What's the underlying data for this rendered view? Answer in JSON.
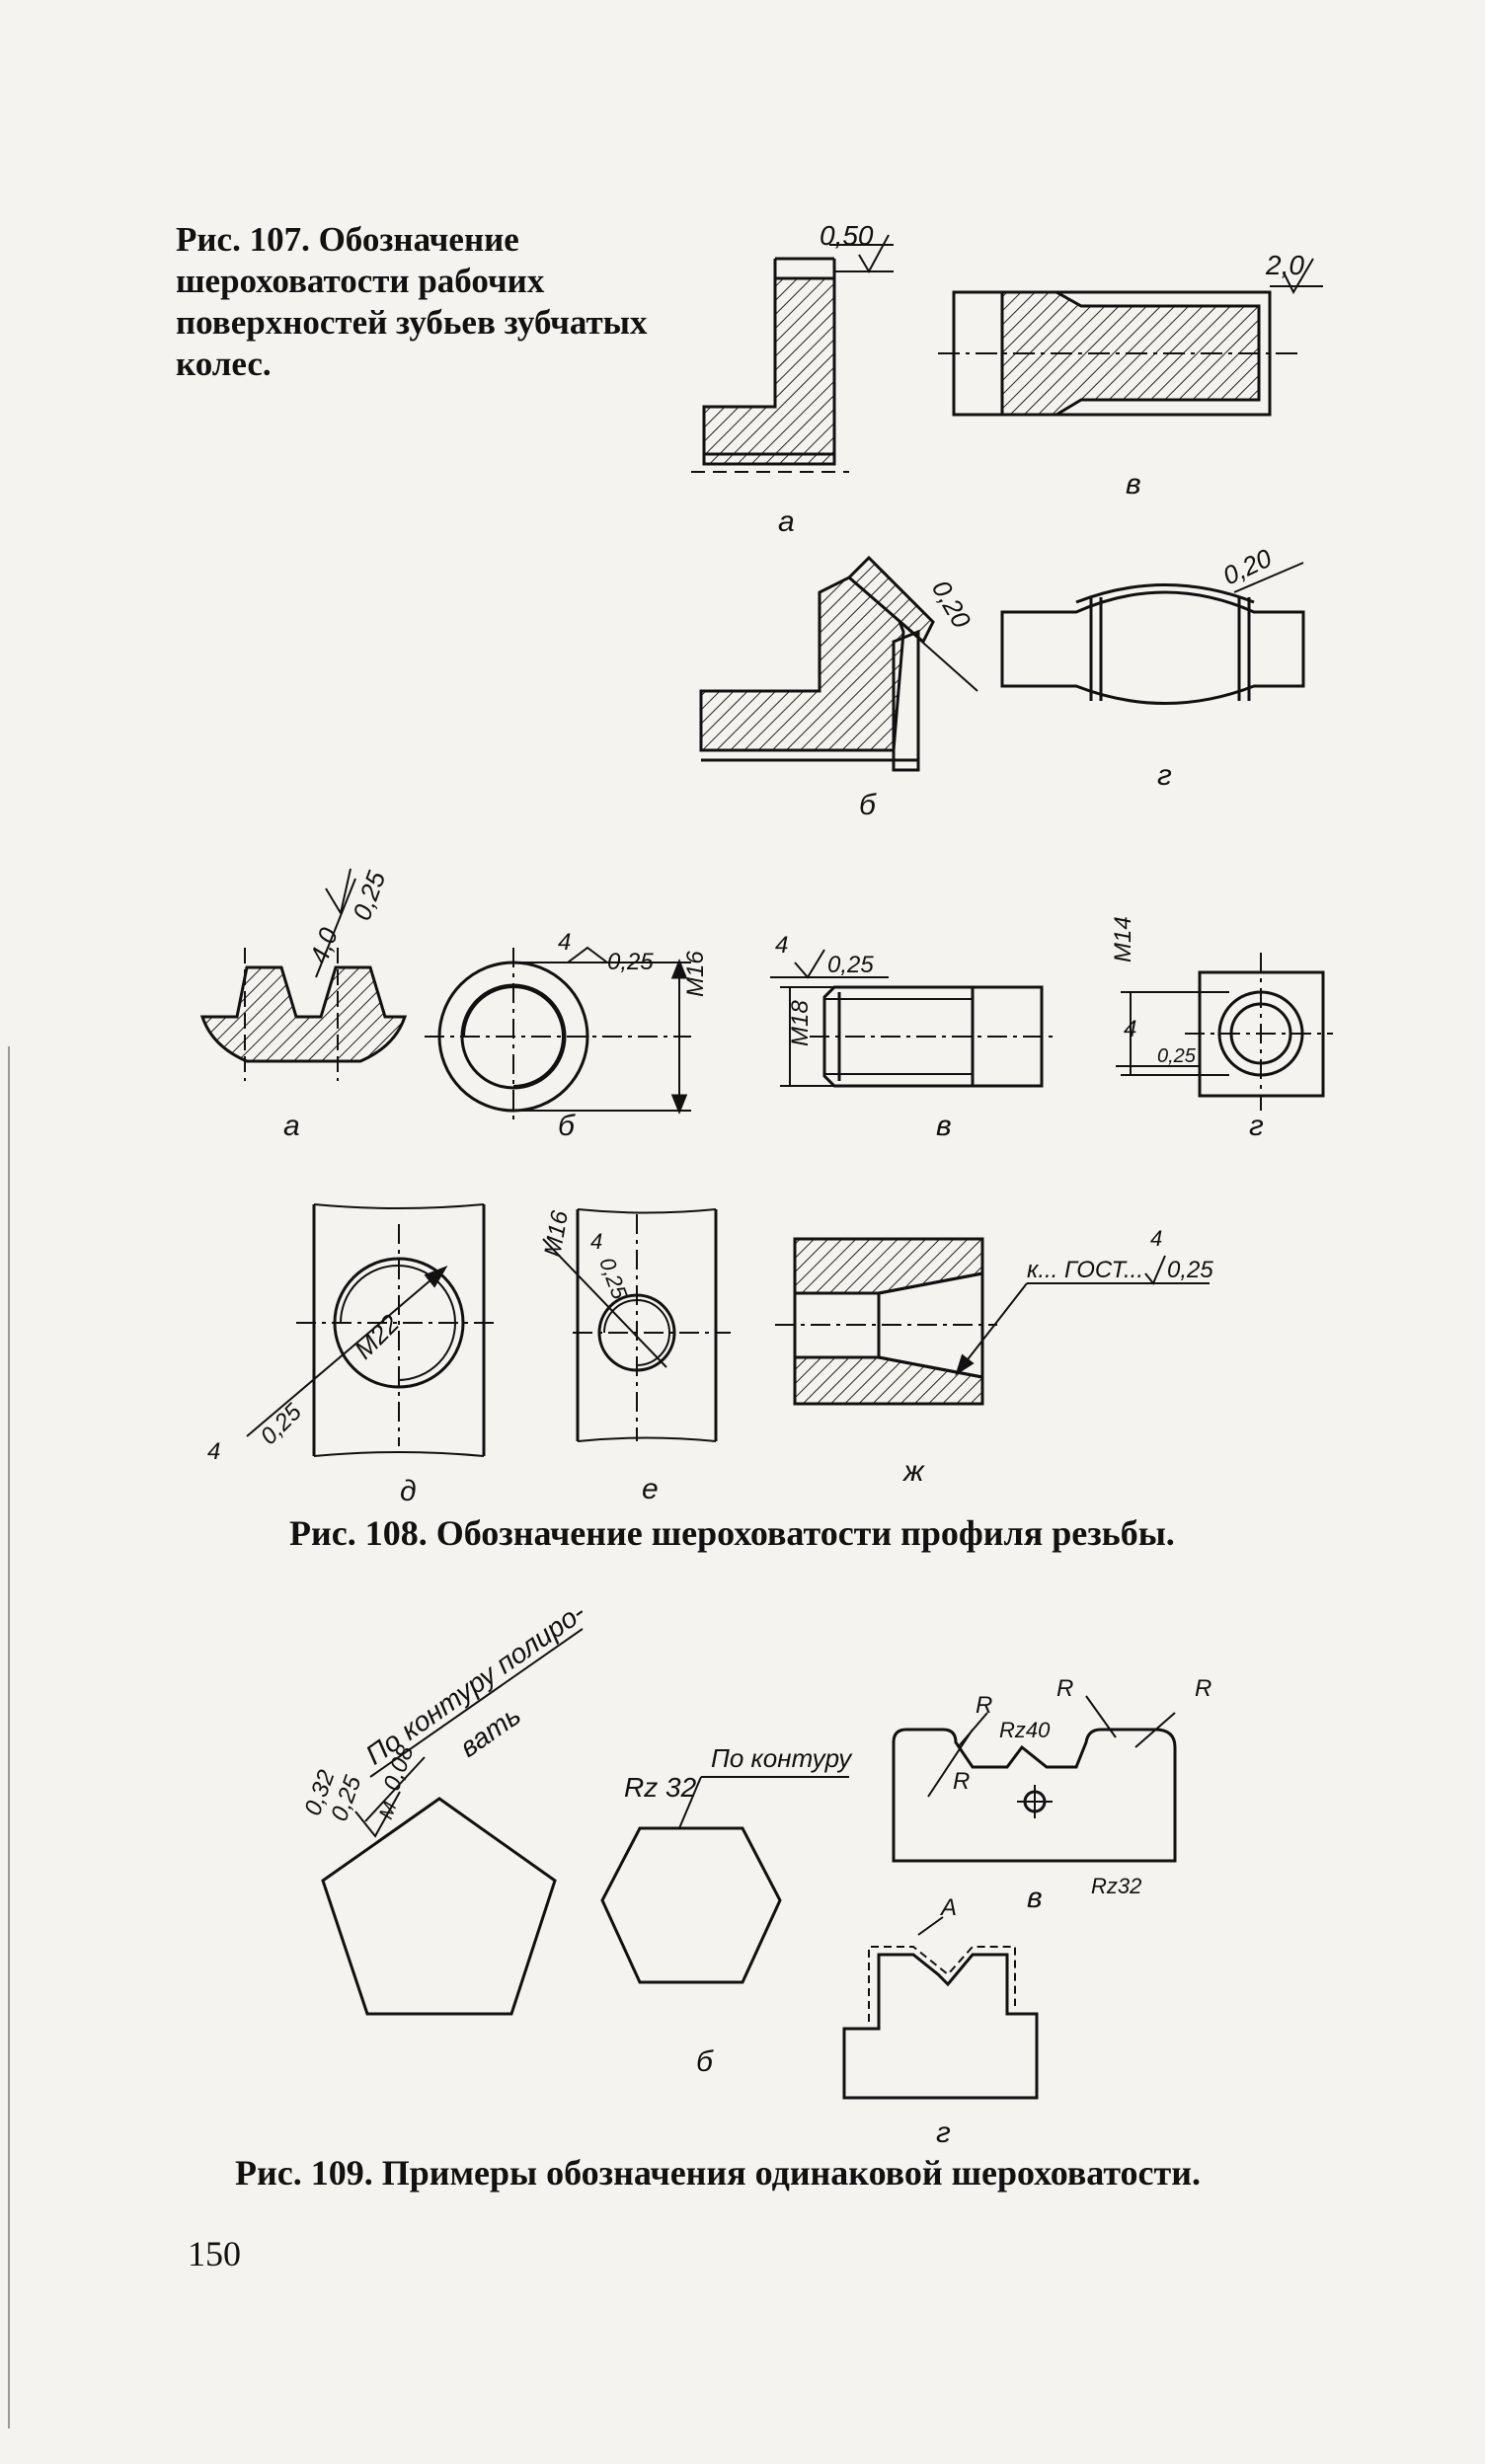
{
  "captions": {
    "fig107": "Рис. 107. Обозначение шероховатости рабочих поверхностей зубьев зубчатых колес.",
    "fig108": "Рис. 108. Обозначение шероховатости профиля резьбы.",
    "fig109": "Рис. 109. Примеры обозначения одинаковой шероховатости."
  },
  "page_number": "150",
  "fig107": {
    "labels": {
      "a": "а",
      "b": "б",
      "v": "в",
      "g": "г"
    },
    "values": {
      "a": "0,50",
      "b": "0,20",
      "v": "2,0",
      "g": "0,20"
    }
  },
  "fig108": {
    "labels": {
      "a": "а",
      "b": "б",
      "v": "в",
      "g": "г",
      "d": "д",
      "e": "е",
      "zh": "ж"
    },
    "a": {
      "v1": "4,0",
      "v2": "0,25"
    },
    "b": {
      "base": "4",
      "v": "0,25",
      "thread": "M16"
    },
    "v": {
      "base": "4",
      "v": "0,25",
      "thread": "M18"
    },
    "g": {
      "thread": "M14",
      "base": "4",
      "v": "0,25"
    },
    "d": {
      "thread": "M22",
      "base": "4",
      "v": "0,25"
    },
    "e": {
      "thread": "M16",
      "base": "4",
      "v": "0,25"
    },
    "zh": {
      "text": "к... ГОСТ...",
      "base": "4",
      "v": "0,25"
    }
  },
  "fig109": {
    "labels": {
      "b": "б",
      "v": "в",
      "g": "г"
    },
    "a": {
      "note": "По контуру полиро-",
      "note2": "вать",
      "v1": "0,32",
      "v2": "0,25",
      "v3": "0,08",
      "m": "M"
    },
    "b": {
      "rz": "Rz 32",
      "note": "По контуру"
    },
    "v": {
      "r": "R",
      "rz40": "Rz40",
      "rz32": "Rz32"
    },
    "g": {
      "a": "A"
    }
  }
}
